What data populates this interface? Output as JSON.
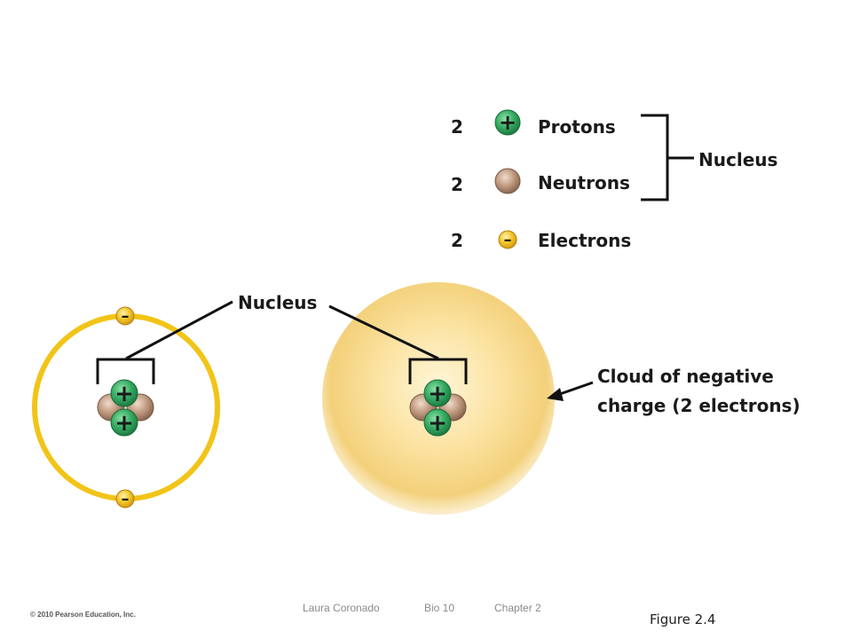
{
  "legend": {
    "rows": [
      {
        "count": "2",
        "name": "Protons",
        "symbol": "+"
      },
      {
        "count": "2",
        "name": "Neutrons",
        "symbol": ""
      },
      {
        "count": "2",
        "name": "Electrons",
        "symbol": "–"
      }
    ],
    "group_label": "Nucleus"
  },
  "left_model": {
    "electron_symbol": "–",
    "proton_symbol": "+"
  },
  "right_model": {
    "proton_symbol": "+",
    "cloud_label_line1": "Cloud of negative",
    "cloud_label_line2": "charge (2 electrons)"
  },
  "nucleus_callout": "Nucleus",
  "footer": {
    "copyright": "© 2010 Pearson Education, Inc.",
    "author": "Laura Coronado",
    "course": "Bio 10",
    "chapter": "Chapter 2",
    "figure": "Figure 2.4"
  },
  "colors": {
    "proton_green": "#2e9e5a",
    "neutron_brown": "#b08a70",
    "electron_yellow": "#f0c020",
    "orbit_yellow": "#f2c418",
    "cloud_center": "#fdf1c4",
    "cloud_edge": "#f0cc6a"
  }
}
